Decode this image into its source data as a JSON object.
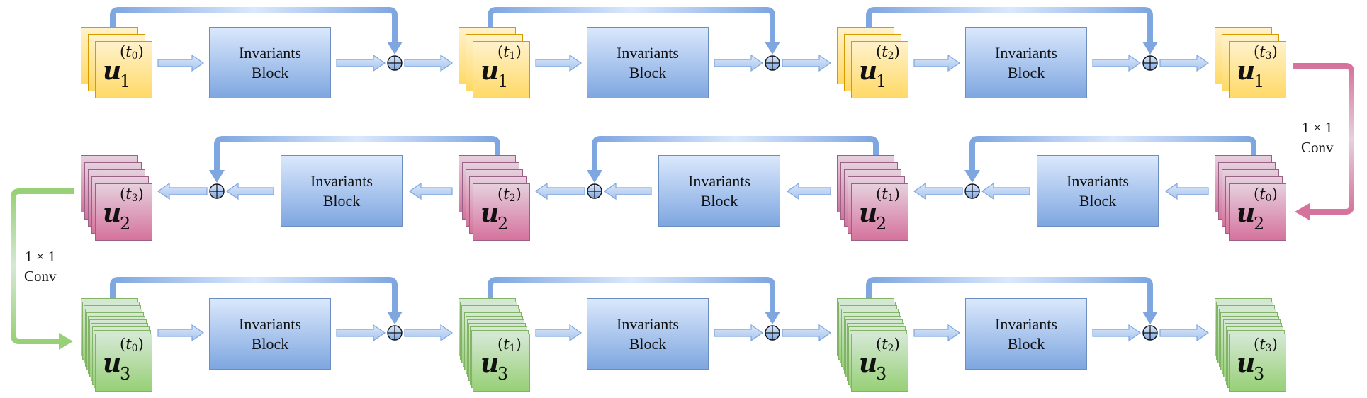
{
  "colors": {
    "arrow_blue": "#7ea6e0",
    "arrow_blue_light": "#dae8fc",
    "conv_pink": "#d5739d",
    "conv_pink_light": "#e6d0de",
    "conv_green": "#97d077",
    "conv_green_light": "#d5e8d4"
  },
  "block_label": [
    "Invariants",
    "Block"
  ],
  "rows": [
    {
      "name": "row-1",
      "color": "yellow",
      "direction": "right",
      "layers": 3,
      "variable": "u",
      "index": "1",
      "states": [
        "t",
        "t",
        "t",
        "t"
      ],
      "state_subs": [
        "0",
        "1",
        "2",
        "3"
      ]
    },
    {
      "name": "row-2",
      "color": "pink",
      "direction": "left",
      "layers": 5,
      "variable": "u",
      "index": "2",
      "states": [
        "t",
        "t",
        "t",
        "t"
      ],
      "state_subs": [
        "3",
        "2",
        "1",
        "0"
      ]
    },
    {
      "name": "row-3",
      "color": "green",
      "direction": "right",
      "layers": 11,
      "variable": "u",
      "index": "3",
      "states": [
        "t",
        "t",
        "t",
        "t"
      ],
      "state_subs": [
        "0",
        "1",
        "2",
        "3"
      ]
    }
  ],
  "conv_labels": {
    "right": {
      "line1": "1 × 1",
      "line2": "Conv"
    },
    "left": {
      "line1": "1 × 1",
      "line2": "Conv"
    }
  },
  "operator_symbol": "⊕"
}
